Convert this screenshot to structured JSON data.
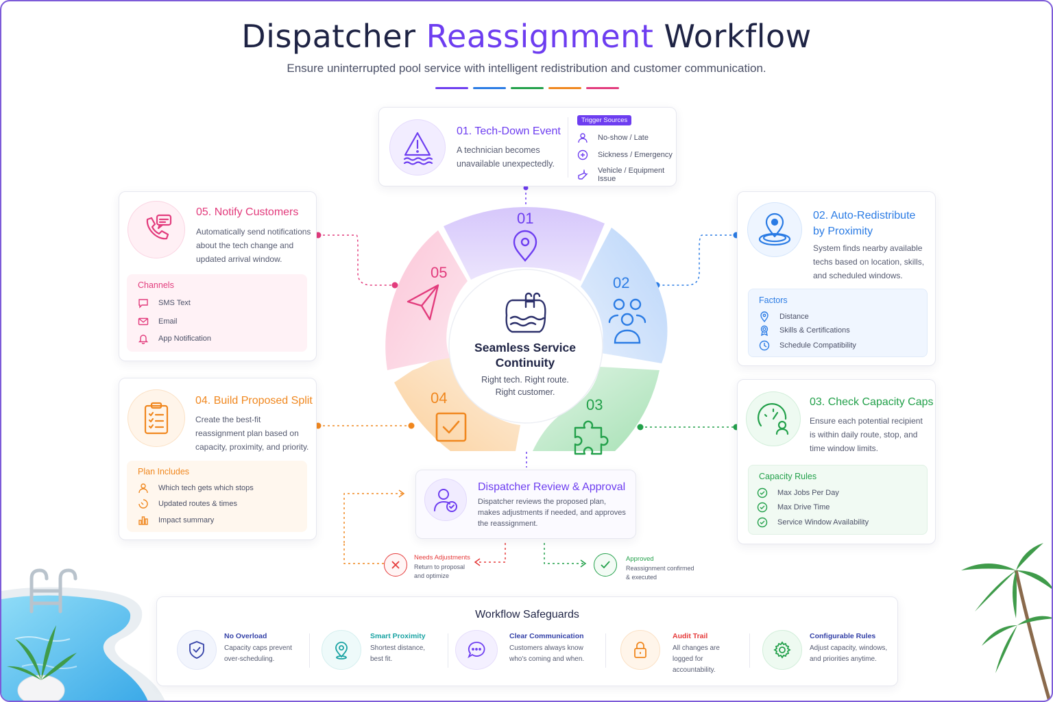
{
  "title": {
    "part1": "Dispatcher ",
    "accent": "Reassignment",
    "part2": " Workflow"
  },
  "subtitle": "Ensure uninterrupted pool service with intelligent redistribution and customer communication.",
  "colors": {
    "purple": "#6d3df0",
    "blue": "#2a7be4",
    "green": "#22a04a",
    "orange": "#f0871e",
    "pink": "#e23b7c"
  },
  "hub": {
    "title": "Seamless Service Continuity",
    "tagline": "Right tech. Right route. Right customer.",
    "icon": "pool-icon"
  },
  "segments": [
    {
      "num": "01",
      "icon": "location-pin-icon"
    },
    {
      "num": "02",
      "icon": "users-icon"
    },
    {
      "num": "03",
      "icon": "puzzle-icon"
    },
    {
      "num": "04",
      "icon": "checkbox-icon"
    },
    {
      "num": "05",
      "icon": "paper-plane-icon"
    }
  ],
  "step1": {
    "title": "01. Tech-Down Event",
    "desc": "A technician becomes unavailable unexpectedly.",
    "badge": "Trigger Sources",
    "items": [
      "No-show / Late",
      "Sickness / Emergency",
      "Vehicle / Equipment Issue"
    ]
  },
  "step2": {
    "title": "02. Auto-Redistribute by Proximity",
    "desc": "System finds nearby available techs based on location, skills, and scheduled windows.",
    "sub_title": "Factors",
    "items": [
      "Distance",
      "Skills & Certifications",
      "Schedule Compatibility"
    ]
  },
  "step3": {
    "title": "03. Check Capacity Caps",
    "desc": "Ensure each potential recipient is within daily route, stop, and time window limits.",
    "sub_title": "Capacity Rules",
    "items": [
      "Max Jobs Per Day",
      "Max Drive Time",
      "Service Window Availability"
    ]
  },
  "step4": {
    "title": "04. Build Proposed Split",
    "desc": "Create the best-fit reassignment plan based on capacity, proximity, and priority.",
    "sub_title": "Plan Includes",
    "items": [
      "Which tech gets which stops",
      "Updated routes & times",
      "Impact summary"
    ]
  },
  "step5": {
    "title": "05. Notify Customers",
    "desc": "Automatically send notifications about the tech change and updated arrival window.",
    "sub_title": "Channels",
    "items": [
      "SMS Text",
      "Email",
      "App Notification"
    ]
  },
  "review": {
    "title": "Dispatcher Review & Approval",
    "desc": "Dispatcher reviews the proposed plan, makes adjustments if needed, and approves the reassignment.",
    "needs_title": "Needs Adjustments",
    "needs_desc": "Return to proposal and optimize",
    "approved_title": "Approved",
    "approved_desc": "Reassignment confirmed & executed"
  },
  "safeguards": {
    "title": "Workflow Safeguards",
    "items": [
      {
        "title": "No Overload",
        "desc": "Capacity caps prevent over-scheduling."
      },
      {
        "title": "Smart Proximity",
        "desc": "Shortest distance, best fit."
      },
      {
        "title": "Clear Communication",
        "desc": "Customers always know who's coming and when."
      },
      {
        "title": "Audit Trail",
        "desc": "All changes are logged for accountability."
      },
      {
        "title": "Configurable Rules",
        "desc": "Adjust capacity, windows, and priorities anytime."
      }
    ]
  }
}
